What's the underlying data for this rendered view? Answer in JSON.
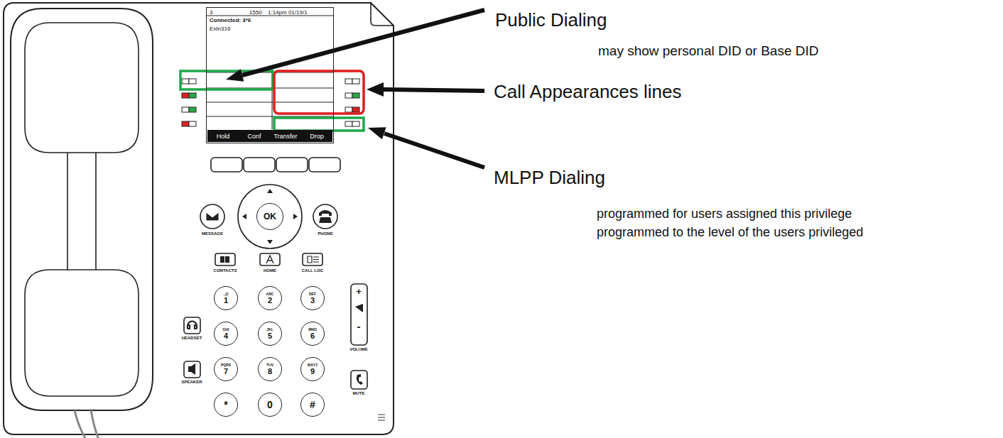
{
  "diagram": {
    "nodes": [
      {
        "text": [
          "3",
          "1550",
          "1:14pm 01/19/1",
          "Connected: 3*6",
          "Extn316"
        ]
      },
      {
        "text": [
          "Hold"
        ],
        "in": 0
      },
      {
        "text": [
          "Conf"
        ],
        "in": 0
      },
      {
        "text": [
          "Transfer"
        ],
        "in": 0
      },
      {
        "text": [
          "Drop"
        ],
        "in": 0
      },
      {
        "text": [
          "OK"
        ]
      },
      {
        "text": [
          ".,@",
          "1"
        ]
      },
      {
        "text": [
          "ABC",
          "2"
        ]
      },
      {
        "text": [
          "DEF",
          "3"
        ]
      },
      {
        "text": [
          "GHI",
          "4"
        ]
      },
      {
        "text": [
          "JKL",
          "5"
        ]
      },
      {
        "text": [
          "MNO",
          "6"
        ]
      },
      {
        "text": [
          "PQRS",
          "7"
        ]
      },
      {
        "text": [
          "TUV",
          "8"
        ]
      },
      {
        "text": [
          "WXYZ",
          "9"
        ]
      },
      {
        "text": [
          "*"
        ]
      },
      {
        "text": [
          "0"
        ]
      },
      {
        "text": [
          "#"
        ]
      }
    ],
    "labels": [
      "Public Dialing",
      "may show personal DID or Base DID",
      "Call Appearances lines",
      "MLPP Dialing",
      "programmed for users assigned this privilege",
      "programmed to the level of the users privileged",
      "MESSAGE",
      "PHONE",
      "CONTACTS",
      "HOME",
      "CALL LOG",
      "HEADSET",
      "SPEAKER",
      "VOLUME",
      "MUTE",
      "+",
      "-"
    ]
  }
}
